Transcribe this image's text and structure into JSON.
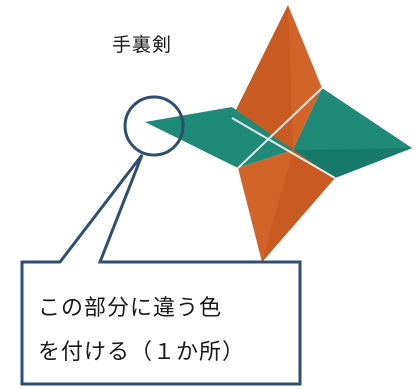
{
  "title": "手裏剣",
  "callout": {
    "line1": "この部分に違う色",
    "line2": "を付ける（１か所）"
  },
  "colors": {
    "orange": "#d2642a",
    "orange_dark": "#b8521e",
    "teal": "#1f8a78",
    "teal_dark": "#177a6a",
    "outline": "#2f4e72"
  }
}
